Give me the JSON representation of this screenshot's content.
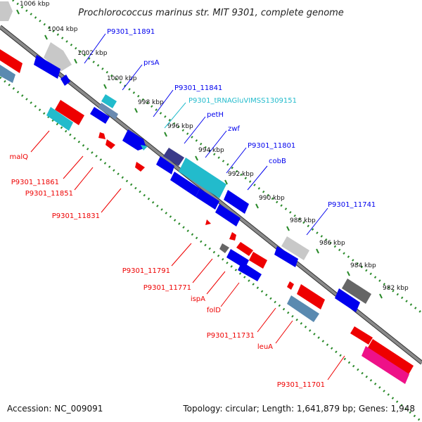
{
  "title": "Prochlorococcus marinus str. MIT 9301, complete genome",
  "footer": {
    "accession": "Accession: NC_009091",
    "topology": "Topology: circular; Length: 1,641,879 bp; Genes: 1,948"
  },
  "colors": {
    "forward": "#0000ee",
    "reverse": "#ee0000",
    "rna": "#22bbcc",
    "backbone": "#7a7a7a",
    "scale_dots": "#2a8a2a"
  },
  "scale_ticks": [
    "1006 kbp",
    "1004 kbp",
    "1002 kbp",
    "1000 kbp",
    "998 kbp",
    "996 kbp",
    "994 kbp",
    "992 kbp",
    "990 kbp",
    "988 kbp",
    "986 kbp",
    "984 kbp",
    "982 kbp"
  ],
  "labels_forward": [
    "P9301_11891",
    "prsA",
    "P9301_11841",
    "P9301_tRNAGluVIMSS1309151",
    "petH",
    "zwf",
    "P9301_11801",
    "cobB",
    "P9301_11741"
  ],
  "labels_reverse": [
    "malQ",
    "P9301_11861",
    "P9301_11851",
    "P9301_11831",
    "P9301_11791",
    "P9301_11771",
    "ispA",
    "folD",
    "P9301_11731",
    "leuA",
    "P9301_11701"
  ]
}
